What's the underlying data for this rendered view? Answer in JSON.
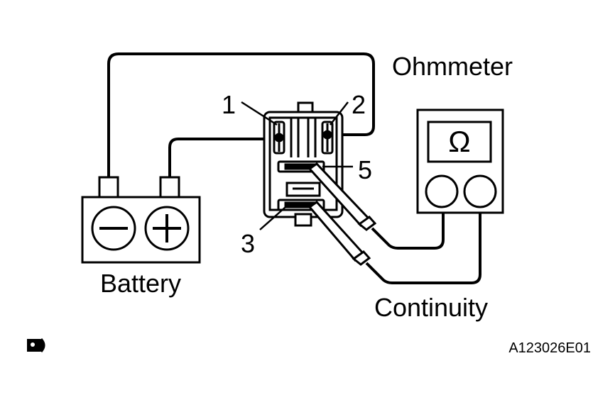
{
  "labels": {
    "ohmmeter": "Ohmmeter",
    "battery": "Battery",
    "continuity": "Continuity",
    "ohm_symbol": "Ω",
    "figure_code": "A123026E01"
  },
  "terminals": {
    "pin1": "1",
    "pin2": "2",
    "pin3": "3",
    "pin5": "5"
  },
  "icons": {
    "figure_mark": "connection-mark-icon",
    "battery_negative": "minus-icon",
    "battery_positive": "plus-icon"
  },
  "colors": {
    "ink": "#000000",
    "paper": "#ffffff"
  }
}
